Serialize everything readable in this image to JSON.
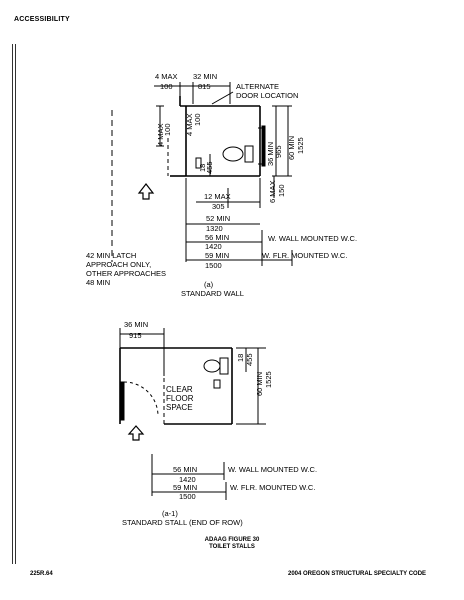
{
  "header": {
    "section": "ACCESSIBILITY"
  },
  "figure_a": {
    "dim_4max_top": "4 MAX",
    "dim_100_top": "100",
    "dim_32min": "32 MIN",
    "dim_815": "815",
    "alternate_door_1": "ALTERNATE",
    "alternate_door_2": "DOOR LOCATION",
    "dim_4max_left": "4 MAX",
    "dim_100_left": "100",
    "dim_4max_inner": "4 MAX",
    "dim_100_inner": "100",
    "dim_36min": "36 MIN",
    "dim_965": "965",
    "dim_60min": "60 MIN",
    "dim_1525": "1525",
    "dim_18": "18",
    "dim_455": "455",
    "dim_6max": "6 MAX",
    "dim_150": "150",
    "dim_12max": "12 MAX",
    "dim_305": "305",
    "dim_52min": "52 MIN",
    "dim_1320": "1320",
    "dim_56min": "56 MIN",
    "dim_1420": "1420",
    "wall_mounted": "W. WALL MOUNTED W.C.",
    "dim_59min": "59 MIN",
    "dim_1500": "1500",
    "floor_mounted": "W. FLR. MOUNTED W.C.",
    "note_1": "42 MIN LATCH",
    "note_2": "APPROACH ONLY,",
    "note_3": "OTHER APPROACHES",
    "note_4": "48 MIN",
    "label": "(a)",
    "title": "STANDARD WALL"
  },
  "figure_a1": {
    "dim_36min": "36 MIN",
    "dim_915": "915",
    "dim_18": "18",
    "dim_455": "455",
    "dim_60min": "60 MIN",
    "dim_1525": "1525",
    "clear_1": "CLEAR",
    "clear_2": "FLOOR",
    "clear_3": "SPACE",
    "dim_56min": "56 MIN",
    "dim_1420": "1420",
    "wall_mounted": "W. WALL MOUNTED W.C.",
    "dim_59min": "59 MIN",
    "dim_1500": "1500",
    "floor_mounted": "W. FLR. MOUNTED W.C.",
    "label": "(a-1)",
    "title": "STANDARD STALL (END OF ROW)"
  },
  "caption": {
    "line1": "ADAAG FIGURE 30",
    "line2": "TOILET STALLS"
  },
  "footer": {
    "page_number": "225R.64",
    "publication": "2004 OREGON STRUCTURAL SPECIALTY CODE"
  }
}
